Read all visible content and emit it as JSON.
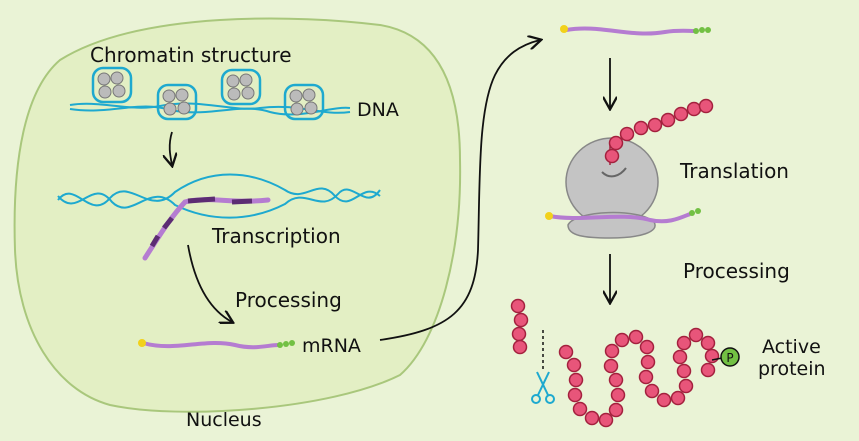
{
  "labels": {
    "chromatin": "Chromatin structure",
    "dna": "DNA",
    "transcription": "Transcription",
    "processing_nucleus": "Processing",
    "mrna": "mRNA",
    "nucleus": "Nucleus",
    "translation": "Translation",
    "processing_protein": "Processing",
    "active_line1": "Active",
    "active_line2": "protein",
    "phosphate": "P"
  },
  "colors": {
    "background": "#eaf3d6",
    "nucleus_fill": "#e3efc4",
    "nucleus_stroke": "#a9c77c",
    "dna": "#1ea9cf",
    "mrna": "#b57cd1",
    "mrna_dark": "#5c2c73",
    "cap": "#f2d11b",
    "tail": "#72c043",
    "protein": "#e8557a",
    "ribosome": "#c4c4c4",
    "arrow": "#111111"
  },
  "icons": [
    "scissors-icon",
    "phosphate-icon"
  ]
}
